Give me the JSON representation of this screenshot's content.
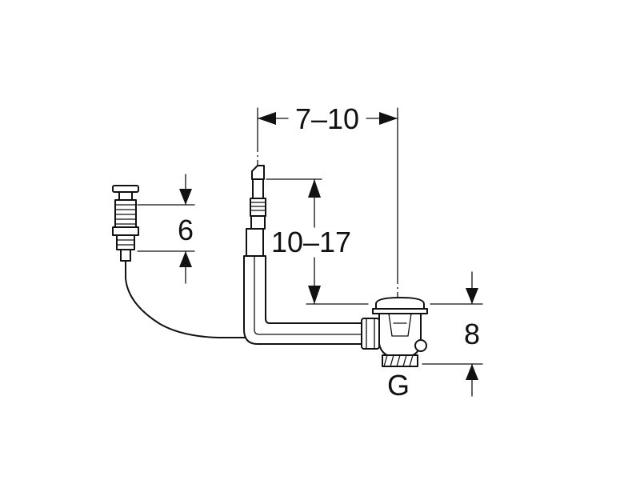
{
  "dimensions": {
    "horizontal_top": "7–10",
    "vertical_middle": "10–17",
    "left_height": "6",
    "right_height": "8",
    "thread_label": "G"
  },
  "colors": {
    "line": "#111111",
    "background": "#ffffff"
  }
}
